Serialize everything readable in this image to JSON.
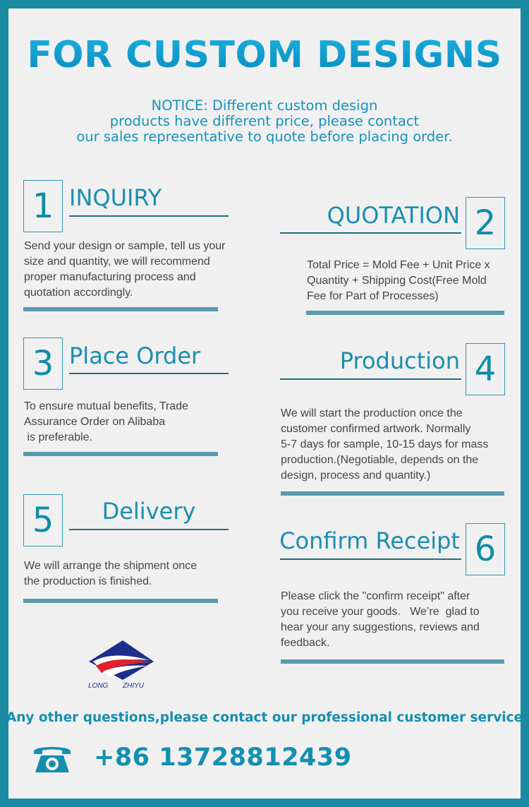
{
  "header": {
    "title": "FOR CUSTOM DESIGNS",
    "notice_lines": [
      "NOTICE: Different custom design",
      "products have different price, please contact",
      "our sales representative to quote before placing order."
    ]
  },
  "steps": [
    {
      "number": "1",
      "heading": "INQUIRY",
      "body_lines": [
        "Send your design or sample, tell us your",
        "size and quantity, we will recommend",
        "proper manufacturing process and",
        "quotation accordingly."
      ]
    },
    {
      "number": "2",
      "heading": "QUOTATION",
      "body_lines": [
        "Total Price = Mold Fee + Unit Price x",
        "Quantity + Shipping Cost(Free Mold",
        "Fee for Part of Processes)"
      ]
    },
    {
      "number": "3",
      "heading": "Place Order",
      "body_lines": [
        "To ensure mutual benefits, Trade",
        "Assurance Order on Alibaba",
        " is preferable."
      ]
    },
    {
      "number": "4",
      "heading": "Production",
      "body_lines": [
        "We will start the production once the",
        "customer confirmed artwork. Normally",
        "5-7 days for sample, 10-15 days for mass",
        "production.(Negotiable, depends on the",
        "design, process and quantity.)"
      ]
    },
    {
      "number": "5",
      "heading": "Delivery",
      "body_lines": [
        "We will arrange the shipment once",
        "the production is finished."
      ]
    },
    {
      "number": "6",
      "heading": "Confirm Receipt",
      "body_lines": [
        "Please click the \"confirm receipt\" after",
        "you receive your goods.   We’re  glad to",
        "hear your any suggestions, reviews and",
        "feedback."
      ]
    }
  ],
  "logo": {
    "word_left": "LONG",
    "word_right": "ZHIYU",
    "colors": {
      "blue": "#1d2f8a",
      "red": "#e0232a"
    }
  },
  "footer": {
    "contact_text": "Any other questions,please contact our professional customer service",
    "phone_icon": "telephone-icon",
    "phone_number": "+86 13728812439"
  },
  "colors": {
    "border": "#1a8aa3",
    "background": "#f0f0f0",
    "accent": "#1a8eb0",
    "bar": "#5a9aaa"
  }
}
